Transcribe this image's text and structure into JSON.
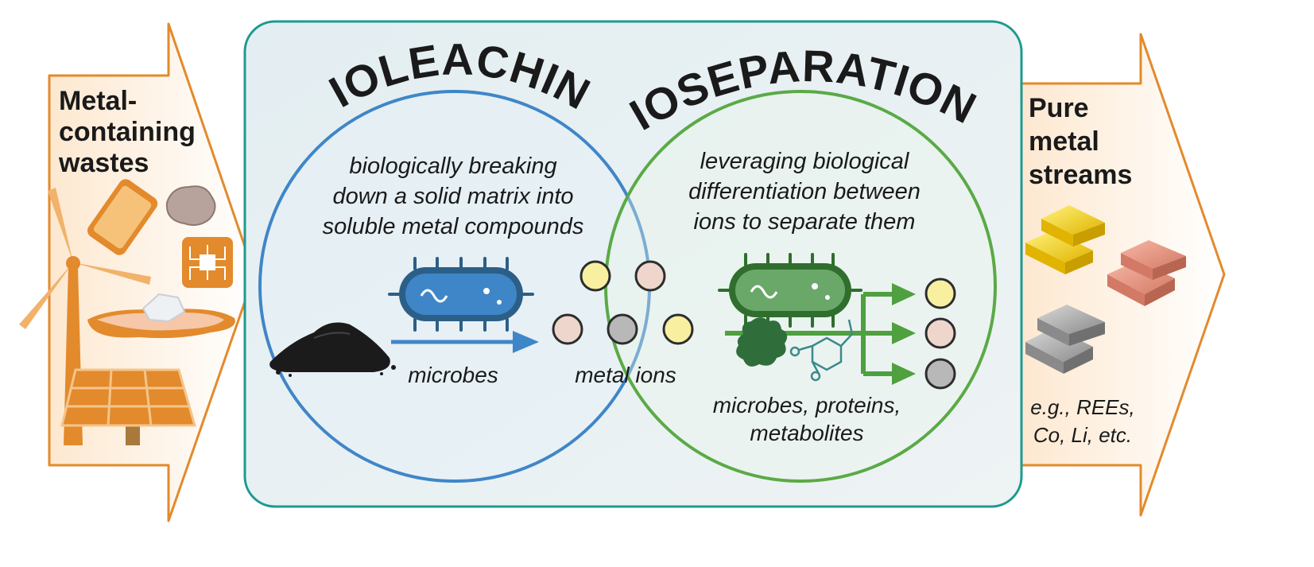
{
  "left_arrow": {
    "title_lines": [
      "Metal-",
      "containing",
      "wastes"
    ],
    "icons": [
      "wind-turbine-icon",
      "smartphone-icon",
      "rock-icon",
      "circuit-board-icon",
      "molten-puddle-icon",
      "solar-panel-icon"
    ]
  },
  "center": {
    "bioleaching": {
      "title": "BIOLEACHING",
      "description_lines": [
        "biologically breaking",
        "down a solid matrix into",
        "soluble metal compounds"
      ],
      "microbe_label": "microbes"
    },
    "bioseparations": {
      "title": "BIOSEPARATIONS",
      "description_lines": [
        "leveraging biological",
        "differentiation between",
        "ions to separate them"
      ],
      "agents_label_lines": [
        "microbes, proteins,",
        "metabolites"
      ]
    },
    "ions_label": "metal ions"
  },
  "right_arrow": {
    "title_lines": [
      "Pure",
      "metal",
      "streams"
    ],
    "examples_lines": [
      "e.g., REEs,",
      "Co, Li, etc."
    ],
    "icons": [
      "gold-ingot-icon",
      "copper-ingot-icon",
      "silver-ingot-icon"
    ]
  },
  "colors": {
    "arrow_stroke": "#e38a2c",
    "panel_stroke": "#1f9a8f",
    "bioleaching_circle": "#3f86c8",
    "bioseparations_circle": "#5aaa46",
    "ion_yellow": "#f8f0a0",
    "ion_pink": "#efd6cc",
    "ion_gray": "#b8b8b8"
  }
}
